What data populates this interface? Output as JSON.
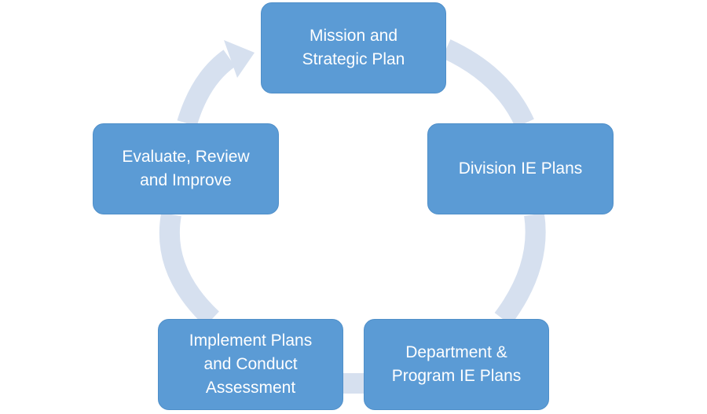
{
  "diagram": {
    "type": "cycle",
    "colors": {
      "node_fill": "#5b9bd5",
      "node_text": "#ffffff",
      "ring": "#d6e0ef"
    },
    "nodes": [
      {
        "id": "mission",
        "label": "Mission and\nStrategic Plan"
      },
      {
        "id": "division",
        "label": "Division IE Plans"
      },
      {
        "id": "department",
        "label": "Department &\nProgram IE Plans"
      },
      {
        "id": "implement",
        "label": "Implement Plans\nand Conduct\nAssessment"
      },
      {
        "id": "evaluate",
        "label": "Evaluate, Review\nand Improve"
      }
    ],
    "flow": "clockwise",
    "arrow_into": "mission"
  }
}
